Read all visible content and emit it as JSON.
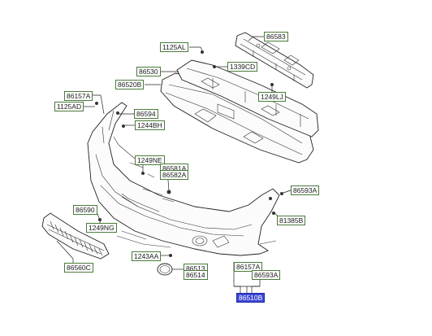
{
  "labels": {
    "p86583": "86583",
    "p1125AL": "1125AL",
    "p1339CD": "1339CD",
    "p86530": "86530",
    "p86520B": "86520B",
    "p1249LJ": "1249LJ",
    "p86157A_top": "86157A",
    "p1125AD": "1125AD",
    "p86594": "86594",
    "p1244BH": "1244BH",
    "p1249NE": "1249NE",
    "p86581A": "86581A",
    "p86582A": "86582A",
    "p86593A_right": "86593A",
    "p81385B": "81385B",
    "p86590": "86590",
    "p1249NG": "1249NG",
    "p86560C": "86560C",
    "p1243AA": "1243AA",
    "p86513": "86513",
    "p86514": "86514",
    "p86157A_bottom": "86157A",
    "p86593A_bottom": "86593A",
    "p86510B": "86510B"
  },
  "colors": {
    "label_border": "#4a7a3a",
    "highlight_fill": "#3b46d6",
    "highlight_text": "#ffffff",
    "line": "#222222"
  }
}
